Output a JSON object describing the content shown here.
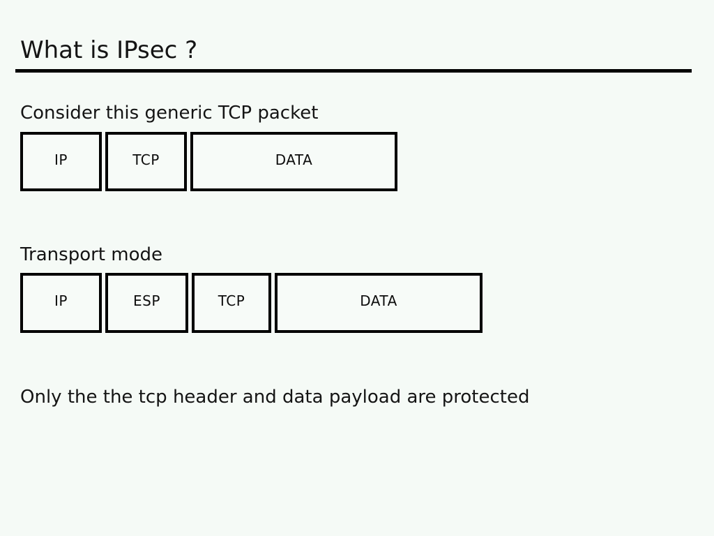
{
  "slide": {
    "title": "What is IPsec ?",
    "background_color": "#f5faf6",
    "ink_color": "#000000"
  },
  "sections": {
    "generic_packet": {
      "caption": "Consider this generic TCP packet",
      "fields": [
        {
          "label": "IP"
        },
        {
          "label": "TCP"
        },
        {
          "label": "DATA"
        }
      ]
    },
    "transport_mode": {
      "caption": "Transport mode",
      "fields": [
        {
          "label": "IP"
        },
        {
          "label": "ESP"
        },
        {
          "label": "TCP"
        },
        {
          "label": "DATA"
        }
      ]
    },
    "note": {
      "text": "Only the the tcp header and data payload are protected"
    }
  }
}
